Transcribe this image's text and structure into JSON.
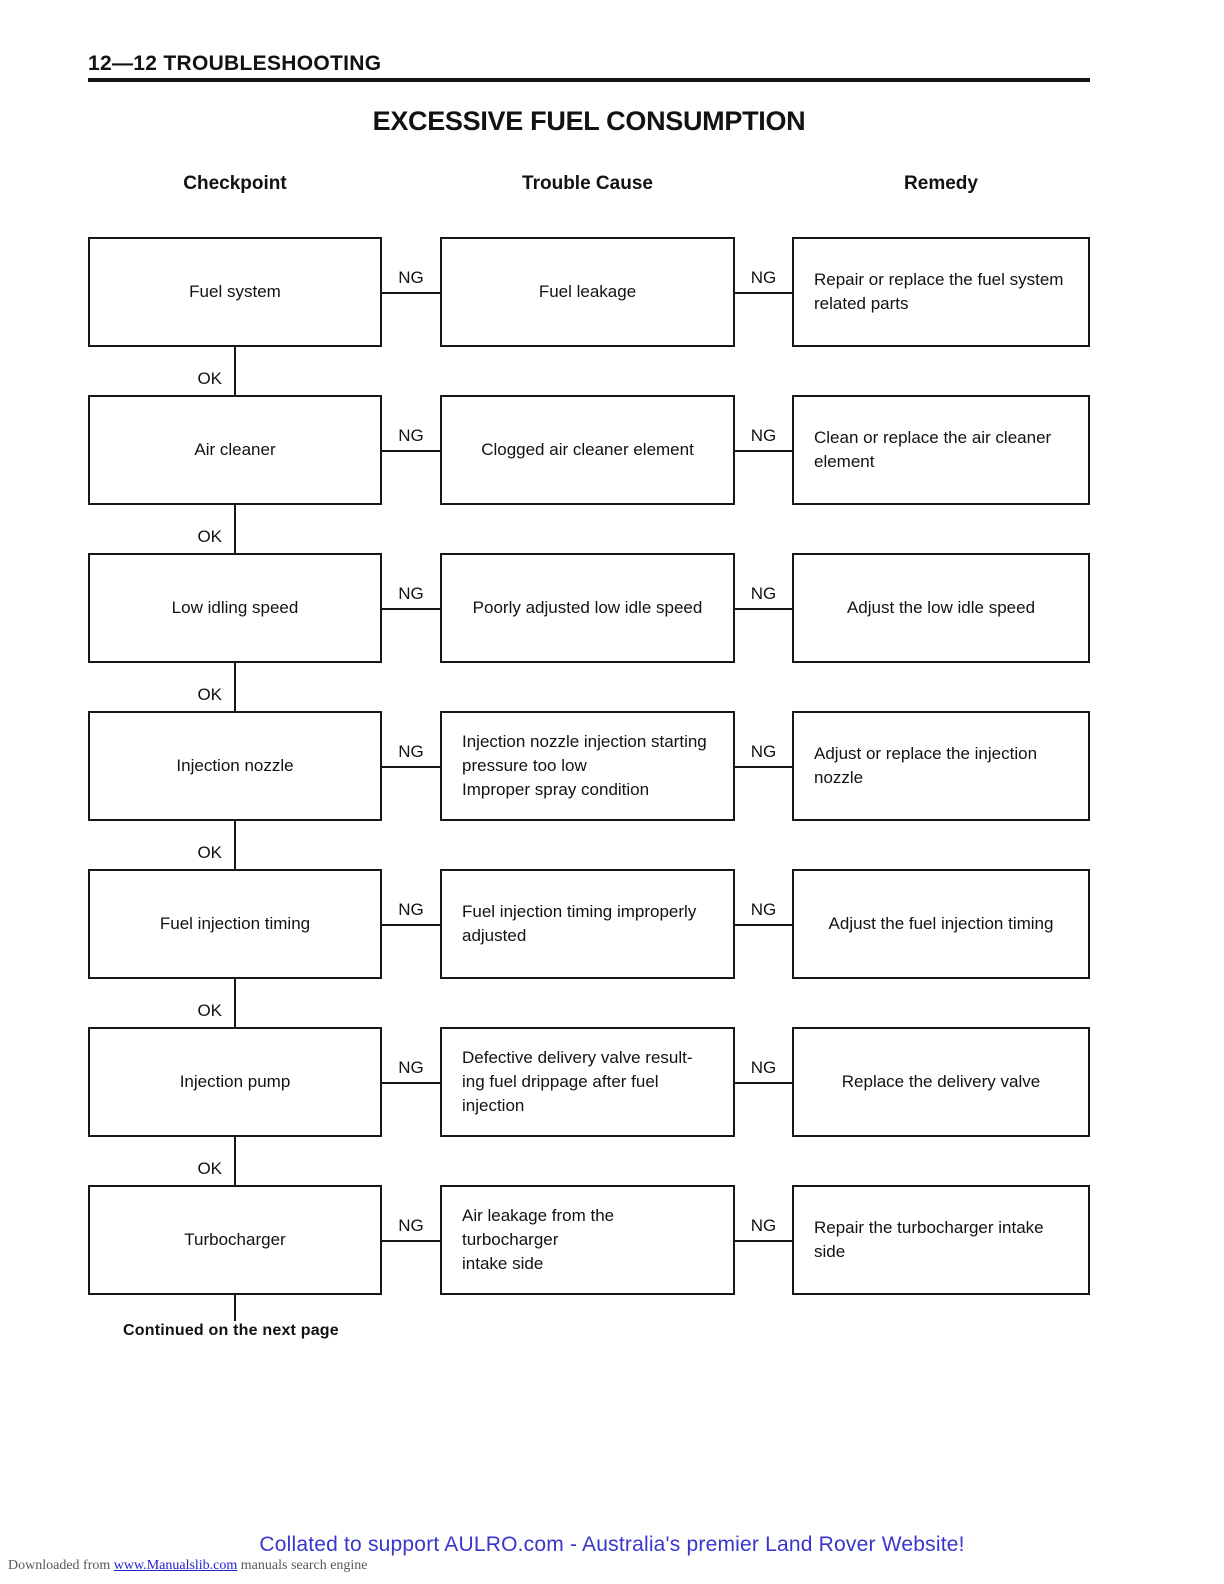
{
  "page": {
    "header": "12—12 TROUBLESHOOTING",
    "title": "EXCESSIVE FUEL CONSUMPTION"
  },
  "columns": [
    "Checkpoint",
    "Trouble Cause",
    "Remedy"
  ],
  "labels": {
    "ok": "OK",
    "ng": "NG",
    "continued": "Continued on the next page"
  },
  "flowchart": {
    "rows": [
      {
        "checkpoint": "Fuel system",
        "cause": [
          "Fuel leakage"
        ],
        "remedy": [
          "Repair or replace the fuel system",
          "related parts"
        ]
      },
      {
        "checkpoint": "Air cleaner",
        "cause": [
          "Clogged air cleaner element"
        ],
        "remedy": [
          "Clean or replace the air cleaner",
          "element"
        ]
      },
      {
        "checkpoint": "Low idling speed",
        "cause": [
          "Poorly adjusted low idle speed"
        ],
        "remedy": [
          "Adjust the low idle speed"
        ]
      },
      {
        "checkpoint": "Injection nozzle",
        "cause": [
          "Injection nozzle injection starting",
          "pressure too low",
          "Improper spray condition"
        ],
        "remedy": [
          "Adjust or replace the injection",
          "nozzle"
        ]
      },
      {
        "checkpoint": "Fuel injection timing",
        "cause": [
          "Fuel injection timing improperly",
          "adjusted"
        ],
        "remedy": [
          "Adjust the fuel injection timing"
        ]
      },
      {
        "checkpoint": "Injection pump",
        "cause": [
          "Defective delivery valve result-",
          "ing fuel drippage after fuel",
          "injection"
        ],
        "remedy": [
          "Replace the delivery valve"
        ]
      },
      {
        "checkpoint": "Turbocharger",
        "cause": [
          "Air leakage from the turbocharger",
          "intake side"
        ],
        "remedy": [
          "Repair the turbocharger intake",
          "side"
        ]
      }
    ]
  },
  "footer": {
    "downloaded_prefix": "Downloaded from ",
    "downloaded_link": "www.Manualslib.com",
    "downloaded_suffix": " manuals search engine",
    "collated": "Collated to support AULRO.com - Australia's premier Land Rover Website!",
    "collated_color": "#3836cb",
    "link_color": "#2222cc"
  }
}
